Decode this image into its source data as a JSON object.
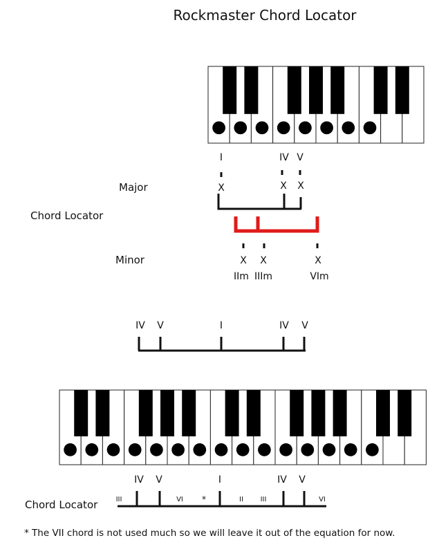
{
  "title": "Rockmaster Chord Locator",
  "top_diagram": {
    "major_label": "Major",
    "chord_locator_label": "Chord Locator",
    "minor_label": "Minor",
    "major_numerals": [
      "I",
      "IV",
      "V"
    ],
    "minor_numerals": [
      "IIm",
      "IIIm",
      "VIm"
    ],
    "marker": "X",
    "keyboard": {
      "white_keys": 10,
      "dotted_keys": 8
    },
    "bracket_color": "#e01b1b"
  },
  "middle_locator": {
    "numerals": [
      "IV",
      "V",
      "I",
      "IV",
      "V"
    ]
  },
  "bottom_diagram": {
    "keyboard": {
      "white_keys": 17,
      "dotted_keys": 15
    },
    "numerals": [
      "IV",
      "V",
      "I",
      "IV",
      "V"
    ],
    "chord_locator_label": "Chord Locator",
    "small_labels": [
      "III",
      "VI",
      "*",
      "II",
      "III",
      "VI"
    ]
  },
  "footnote": "* The VII chord is not used much so we will leave it out of the equation for now."
}
